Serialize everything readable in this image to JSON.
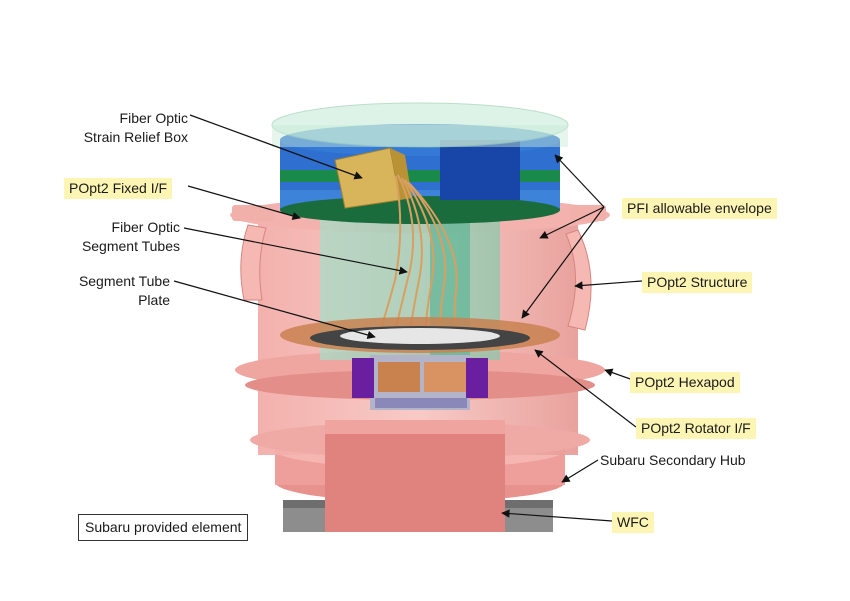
{
  "labels": {
    "fiber_optic_strain_relief_box": [
      "Fiber Optic",
      "Strain Relief Box"
    ],
    "popt2_fixed_if": "POpt2 Fixed I/F",
    "fiber_optic_segment_tubes": [
      "Fiber Optic",
      "Segment Tubes"
    ],
    "segment_tube_plate": [
      "Segment Tube",
      "Plate"
    ],
    "pfi_allowable_envelope": "PFI allowable envelope",
    "popt2_structure": "POpt2 Structure",
    "popt2_hexapod": "POpt2 Hexapod",
    "popt2_rotator_if": "POpt2 Rotator I/F",
    "subaru_secondary_hub": "Subaru Secondary Hub",
    "wfc": "WFC",
    "legend_subaru_provided": "Subaru provided element"
  },
  "colors": {
    "subaru_highlight": "#fdf5b4",
    "structure_pink": "#eea5a0",
    "envelope_green": "#bfe8cf",
    "blue_ring": "#2f6fd0",
    "fiber_orange": "#d8a060",
    "purple": "#6a1fa0"
  }
}
